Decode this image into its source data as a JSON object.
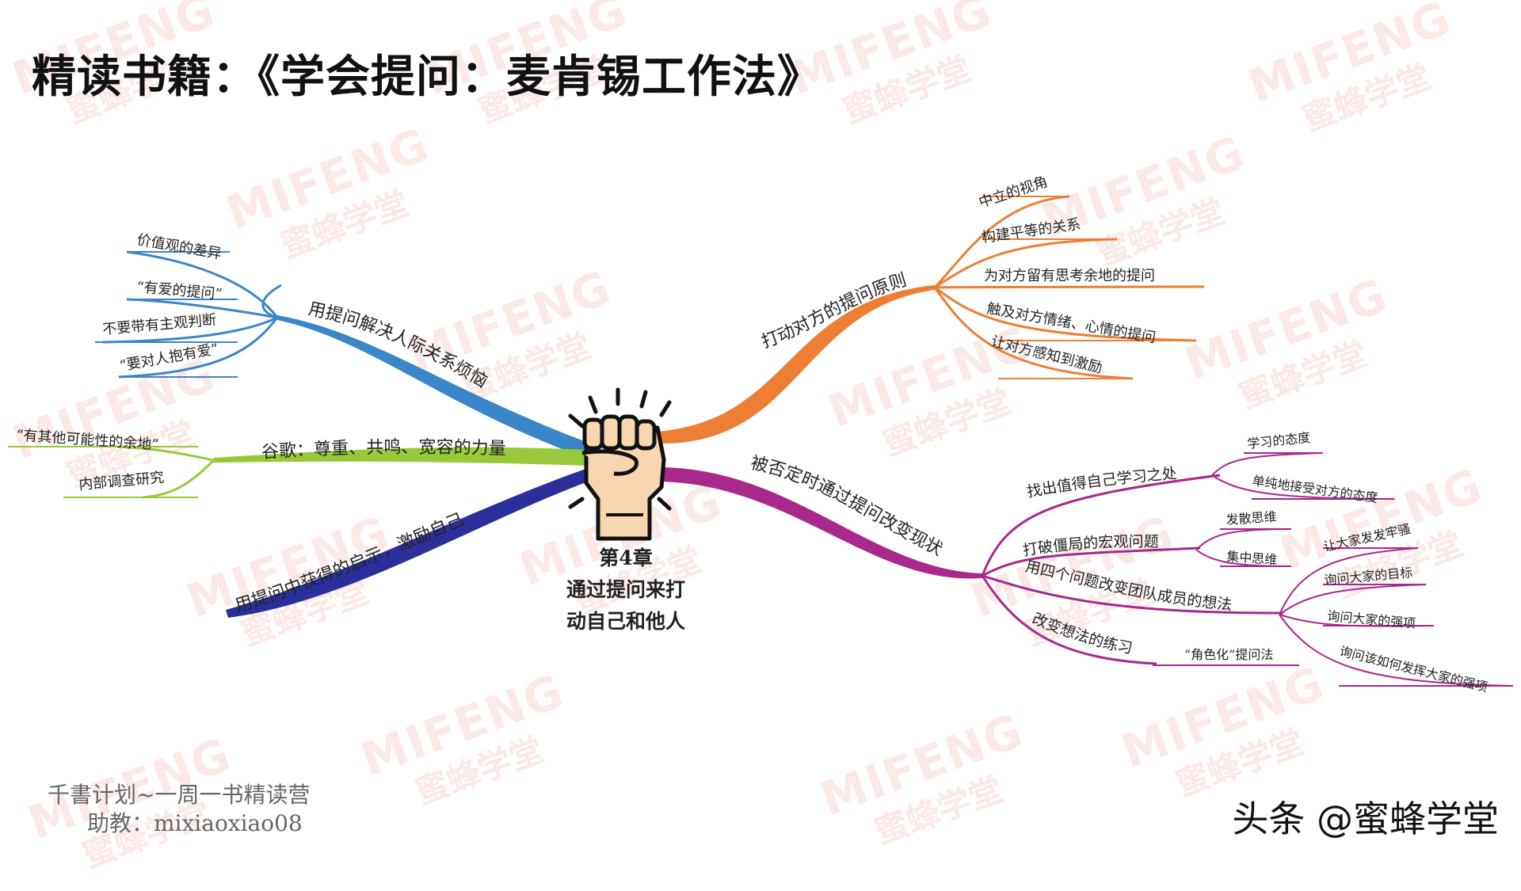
{
  "title": "精读书籍：《学会提问：麦肯锡工作法》",
  "center": {
    "label_line1": "第4章",
    "label_line2": "通过提问来打",
    "label_line3": "动自己和他人"
  },
  "branches": {
    "b1": {
      "label": "用提问解决人际关系烦恼",
      "color": "#3b86c8",
      "items": [
        "价值观的差异",
        "“有爱的提问”",
        "不要带有主观判断",
        "“要对人抱有爱”"
      ]
    },
    "b2": {
      "label": "谷歌：尊重、共鸣、宽容的力量",
      "color": "#97c93a",
      "items": [
        "“有其他可能性的余地”",
        "内部调查研究"
      ]
    },
    "b3": {
      "label": "用提问中获得的启示，激励自己",
      "color": "#2b2f9b"
    },
    "b4": {
      "label": "打动对方的提问原则",
      "color": "#ee7e34",
      "items": [
        "中立的视角",
        "构建平等的关系",
        "为对方留有思考余地的提问",
        "触及对方情绪、心情的提问",
        "让对方感知到激励"
      ]
    },
    "b5": {
      "label": "被否定时通过提问改变现状",
      "color": "#a8288c",
      "subs": {
        "s1": {
          "label": "找出值得自己学习之处",
          "items": [
            "学习的态度",
            "单纯地接受对方的态度"
          ]
        },
        "s2": {
          "label": "打破僵局的宏观问题",
          "items": [
            "发散思维",
            "集中思维"
          ]
        },
        "s3": {
          "label": "用四个问题改变团队成员的想法",
          "items": [
            "让大家发发牢骚",
            "询问大家的目标",
            "询问大家的强项",
            "询问该如何发挥大家的强项"
          ]
        },
        "s4": {
          "label": "改变想法的练习",
          "items": [
            "“角色化”提问法"
          ]
        }
      }
    }
  },
  "footer": {
    "line1": "千書计划~一周一书精读营",
    "line2": "助教：mixiaoxiao08",
    "credit": "头条 @蜜蜂学堂"
  },
  "watermark": {
    "logo": "MIFENG",
    "cn": "蜜蜂学堂",
    "color": "#f3c8c0"
  }
}
